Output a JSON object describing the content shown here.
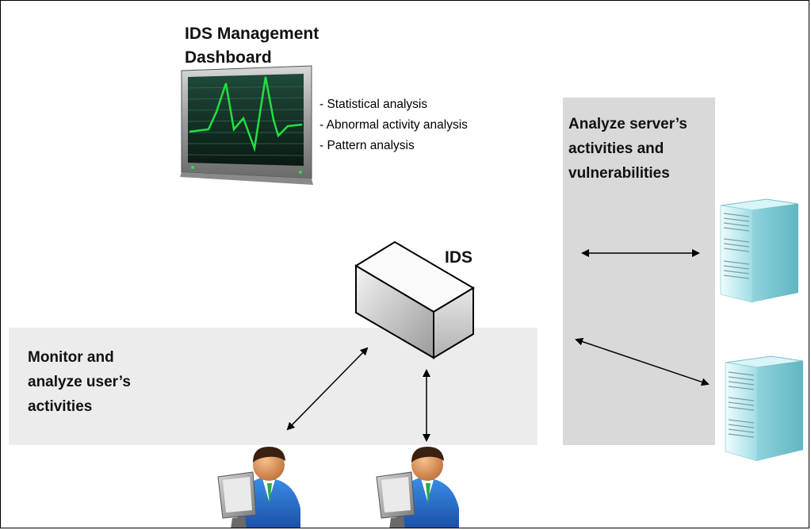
{
  "dashboard": {
    "title_line1": "IDS Management",
    "title_line2": "Dashboard",
    "bullets": [
      "- Statistical analysis",
      "- Abnormal activity analysis",
      "- Pattern analysis"
    ]
  },
  "server_zone": {
    "label_line1": "Analyze server’s",
    "label_line2": "activities and",
    "label_line3": "vulnerabilities"
  },
  "user_zone": {
    "label_line1": "Monitor and",
    "label_line2": "analyze user’s",
    "label_line3": "activities"
  },
  "ids": {
    "label": "IDS"
  },
  "colors": {
    "user_band": "#ececec",
    "server_band": "#d9d9d9",
    "monitor_wave": "#22e040",
    "server_body": "#a8e6ec"
  }
}
